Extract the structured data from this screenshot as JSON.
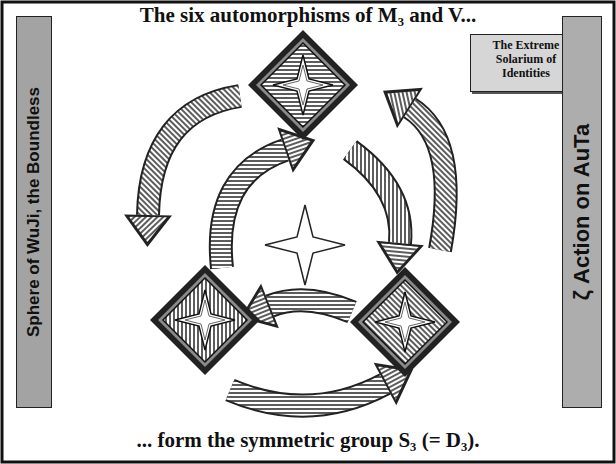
{
  "diagram": {
    "title": "The six automorphisms of M₃ and V...",
    "caption": "... form the symmetric group S₃ (= D₃).",
    "nodes": [
      {
        "text": [
          "The Extreme Solarium of Identities"
        ]
      },
      {
        "text": [
          "Sphere of WuJi, the Boundless"
        ]
      },
      {
        "text": [
          "ζ Action on AuTa"
        ]
      }
    ]
  }
}
